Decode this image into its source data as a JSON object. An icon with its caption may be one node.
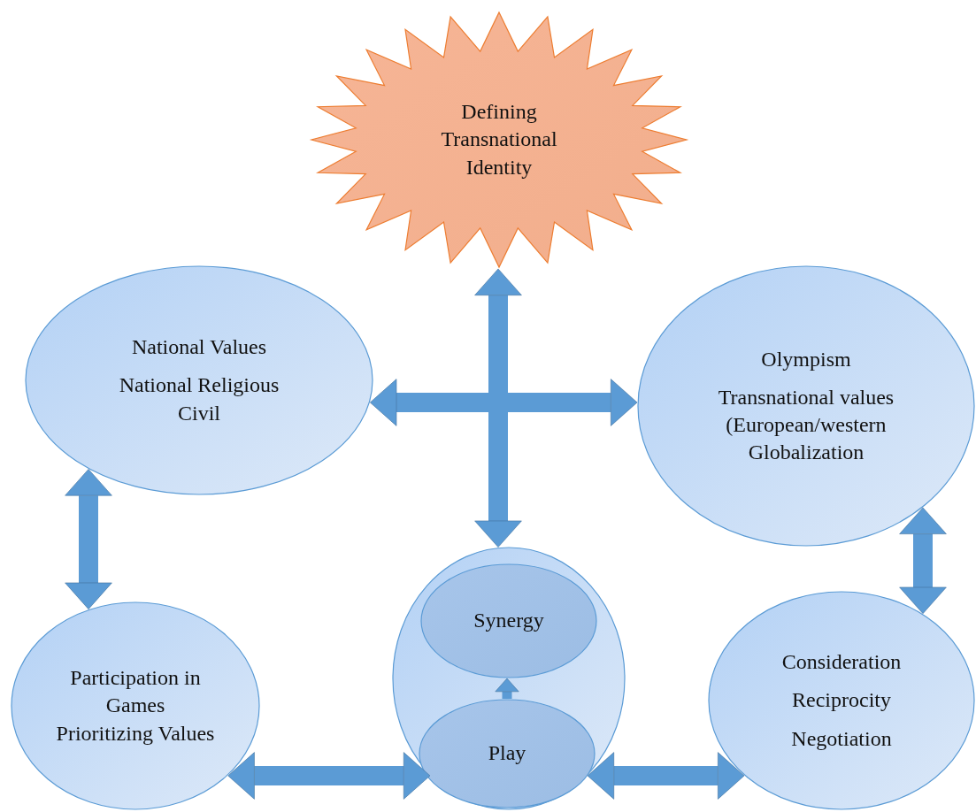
{
  "diagram": {
    "nodes": [
      {
        "text": [
          "Defining Transnational Identity"
        ]
      },
      {
        "text": [
          "National Values",
          "National Religious Civil"
        ]
      },
      {
        "text": [
          "Olympism",
          "Transnational values (European/western Globalization"
        ]
      },
      {
        "text": [
          "Participation in Games Prioritizing Values"
        ]
      },
      {
        "text": [],
        "shape": "circle"
      },
      {
        "text": [
          "Synergy"
        ],
        "in": 4
      },
      {
        "text": [
          "Play"
        ],
        "in": 4
      },
      {
        "text": [
          "Consideration",
          "Reciprocity",
          "Negotiation"
        ]
      }
    ],
    "edges": [
      {
        "from": 0,
        "to": 4,
        "arrow": "both"
      },
      {
        "from": 1,
        "to": 2,
        "arrow": "both"
      },
      {
        "from": 1,
        "to": 3,
        "arrow": "both"
      },
      {
        "from": 2,
        "to": 7,
        "arrow": "both"
      },
      {
        "from": 3,
        "to": 4,
        "arrow": "both"
      },
      {
        "from": 4,
        "to": 7,
        "arrow": "both"
      },
      {
        "from": 6,
        "to": 5,
        "arrow": "to"
      }
    ]
  }
}
